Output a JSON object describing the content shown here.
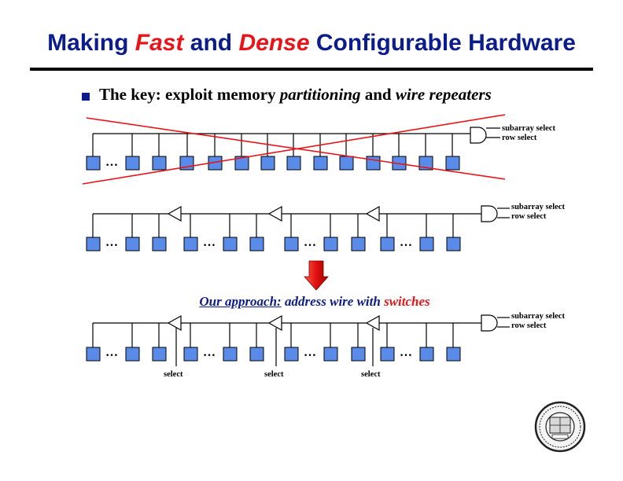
{
  "slide": {
    "title_part1": "Making ",
    "title_fast": "Fast",
    "title_part2": " and ",
    "title_dense": "Dense",
    "title_part3": " Configurable Hardware",
    "bullet_part1": "The key: exploit memory ",
    "bullet_partitioning": "partitioning",
    "bullet_part2": " and ",
    "bullet_repeaters": "wire repeaters"
  },
  "diagram1": {
    "label_subarray": "subarray select",
    "label_row": "row select",
    "ellipsis": "…",
    "crossed_out": true
  },
  "diagram2": {
    "label_subarray": "subarray select",
    "label_row": "row select",
    "ellipsis": "…"
  },
  "approach": {
    "prefix": "Our approach:",
    "middle": " address wire with ",
    "switches": "switches"
  },
  "diagram3": {
    "label_subarray": "subarray select",
    "label_row": "row select",
    "ellipsis": "…",
    "select_label": "select"
  },
  "colors": {
    "title_blue": "#0c1c8c",
    "accent_red": "#e8141a",
    "cell_blue": "#5b8be8",
    "arrow_red": "#e01010"
  },
  "icons": {
    "seal": "university-seal-icon",
    "arrow": "down-arrow-icon"
  }
}
